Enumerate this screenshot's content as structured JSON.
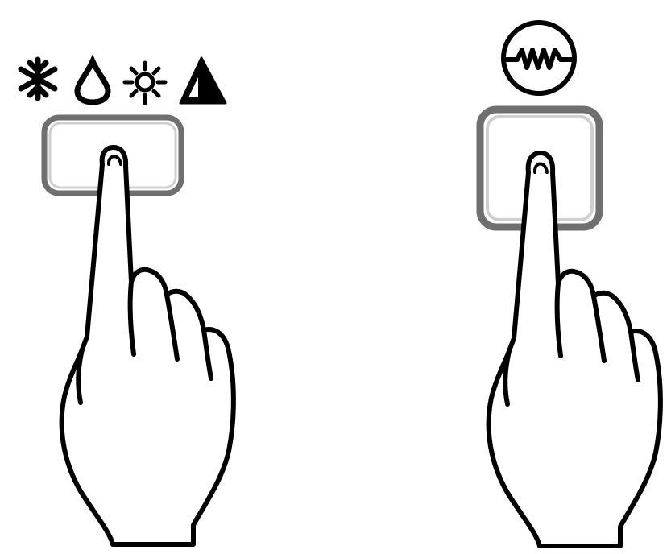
{
  "colors": {
    "ink": "#000000",
    "background": "#ffffff",
    "button_edge": "#6f6f6f",
    "button_face": "#ffffff"
  },
  "left_control": {
    "icons": [
      "snowflake-icon",
      "water-drop-icon",
      "sun-icon",
      "triangle-icon"
    ],
    "button": "mode-button",
    "pointer": "pointing-hand"
  },
  "right_control": {
    "icons": [
      "heater-coil-icon"
    ],
    "button": "heater-button",
    "pointer": "pointing-hand"
  }
}
